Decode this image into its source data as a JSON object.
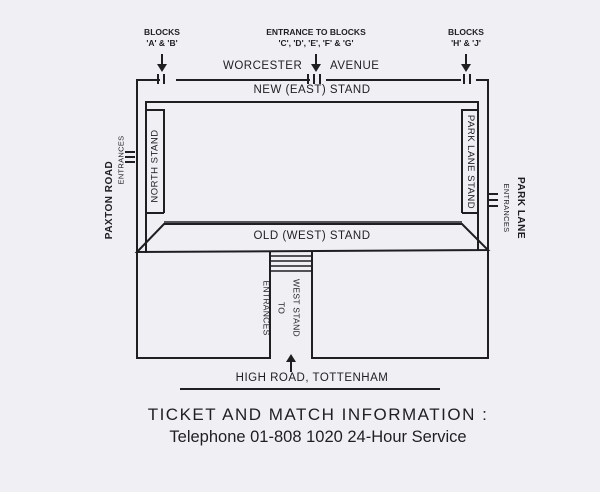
{
  "colors": {
    "ink": "#1f1f22",
    "card": "#f0eff4"
  },
  "entrances": {
    "blocks_ab": {
      "line1": "BLOCKS",
      "line2": "'A' & 'B'"
    },
    "blocks_cdefg": {
      "line1": "ENTRANCE TO BLOCKS",
      "line2": "'C', 'D', 'E', 'F' & 'G'"
    },
    "blocks_hj": {
      "line1": "BLOCKS",
      "line2": "'H' & 'J'"
    },
    "paxton": {
      "road": "PAXTON ROAD",
      "entrances": "ENTRANCES"
    },
    "park_lane": {
      "entrances": "ENTRANCES",
      "road": "PARK LANE"
    },
    "west_stand": {
      "line1": "ENTRANCES",
      "line2": "TO",
      "line3": "WEST STAND"
    }
  },
  "streets": {
    "worcester": "WORCESTER",
    "avenue": "AVENUE",
    "high_road": "HIGH ROAD, TOTTENHAM"
  },
  "stands": {
    "east": "NEW (EAST) STAND",
    "north": "NORTH STAND",
    "park_lane": "PARK LANE STAND",
    "west": "OLD (WEST) STAND"
  },
  "footer": {
    "heading": "TICKET AND MATCH INFORMATION :",
    "telephone": "Telephone 01-808 1020 24-Hour Service"
  }
}
